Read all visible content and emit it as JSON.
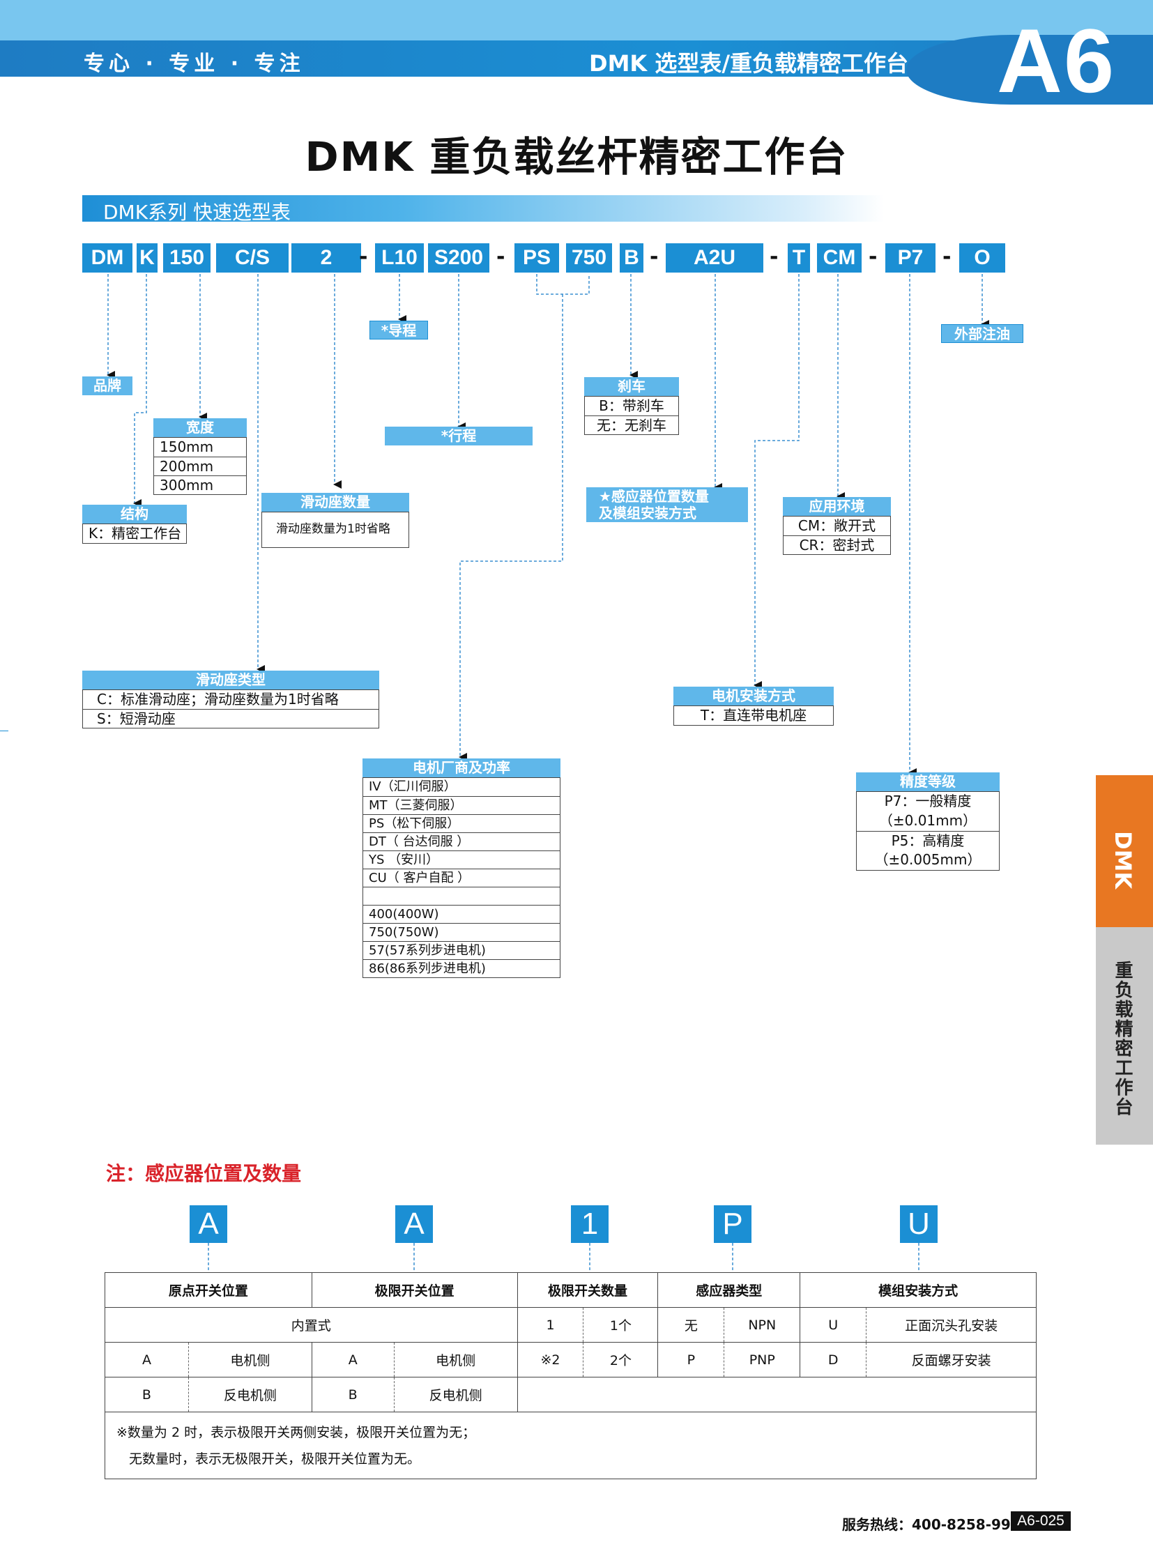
{
  "header": {
    "slogan": "专心 · 专业 · 专注",
    "title": "DMK 选型表/重负载精密工作台",
    "section_code": "A6"
  },
  "page_title": "DMK 重负载丝杆精密工作台",
  "section_bar": "DMK系列  快速选型表",
  "code_parts": [
    "DM",
    "K",
    "150",
    "C/S",
    "2",
    "L10",
    "S200",
    "PS",
    "750",
    "B",
    "A2U",
    "T",
    "CM",
    "P7",
    "O"
  ],
  "dash": "-",
  "labels": {
    "brand": "品牌",
    "structure": {
      "title": "结构",
      "rows": [
        "K：精密工作台"
      ]
    },
    "width": {
      "title": "宽度",
      "rows": [
        "150mm",
        "200mm",
        "300mm"
      ]
    },
    "slide_type": {
      "title": "滑动座类型",
      "rows": [
        "C：标准滑动座；滑动座数量为1时省略",
        "S：短滑动座"
      ]
    },
    "slide_count": {
      "title": "滑动座数量",
      "rows": [
        "滑动座数量为1时省略"
      ]
    },
    "lead": "*导程",
    "stroke": "*行程",
    "motor": {
      "title": "电机厂商及功率",
      "rows": [
        "IV（汇川伺服）",
        "MT（三菱伺服）",
        "PS（松下伺服）",
        "DT（ 台达伺服 ）",
        "YS （安川）",
        "CU（ 客户自配 ）",
        "",
        "400(400W)",
        "750(750W)",
        "57(57系列步进电机)",
        "86(86系列步进电机)"
      ]
    },
    "brake": {
      "title": "刹车",
      "rows": [
        "B：带刹车",
        "无：无刹车"
      ]
    },
    "sensor": {
      "line1": "★感应器位置数量",
      "line2": "及模组安装方式"
    },
    "motor_mount": {
      "title": "电机安装方式",
      "rows": [
        "T：直连带电机座"
      ]
    },
    "environment": {
      "title": "应用环境",
      "rows": [
        "CM：敞开式",
        "CR：密封式"
      ]
    },
    "precision": {
      "title": "精度等级",
      "rows": [
        "P7：一般精度",
        "（±0.01mm）",
        "P5：高精度",
        "（±0.005mm）"
      ]
    },
    "oil": "外部注油"
  },
  "side_tabs": {
    "tab1": "DMK",
    "tab2": "重负载精密工作台"
  },
  "note": {
    "title": "注：感应器位置及数量",
    "codes": [
      "A",
      "A",
      "1",
      "P",
      "U"
    ],
    "headers": [
      "原点开关位置",
      "极限开关位置",
      "极限开关数量",
      "感应器类型",
      "模组安装方式"
    ],
    "row1": {
      "builtin": "内置式",
      "count": "1",
      "count_text": "1个",
      "sensor": "无",
      "sensor_text": "NPN",
      "mount": "U",
      "mount_text": "正面沉头孔安装"
    },
    "row2": {
      "home": "A",
      "home_text": "电机侧",
      "limit": "A",
      "limit_text": "电机侧",
      "count": "※2",
      "count_text": "2个",
      "sensor": "P",
      "sensor_text": "PNP",
      "mount": "D",
      "mount_text": "反面螺牙安装"
    },
    "row3": {
      "home": "B",
      "home_text": "反电机侧",
      "limit": "B",
      "limit_text": "反电机侧"
    },
    "footnote1": "※数量为 2 时，表示极限开关两侧安装，极限开关位置为无；",
    "footnote2": "无数量时，表示无极限开关，极限开关位置为无。"
  },
  "footer": {
    "hotline": "服务热线：400-8258-995",
    "page": "A6-025"
  }
}
